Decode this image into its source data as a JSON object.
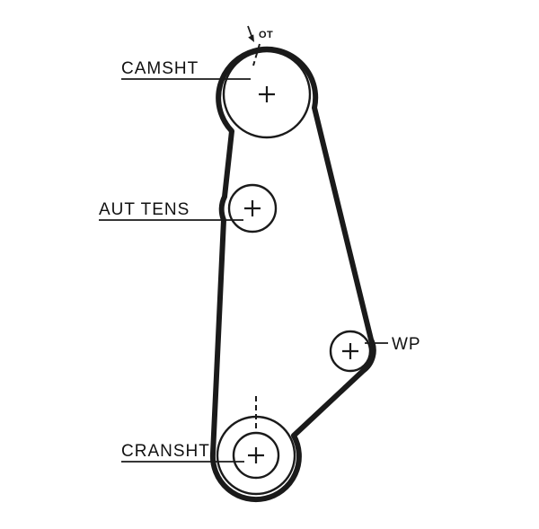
{
  "diagram": {
    "labels": {
      "camshaft": "CAMSHT",
      "tensioner": "AUT TENS",
      "water_pump": "WP",
      "crankshaft": "CRANSHT",
      "timing_mark": "OT"
    },
    "colors": {
      "line": "#1a1a1a",
      "background": "#ffffff"
    }
  }
}
